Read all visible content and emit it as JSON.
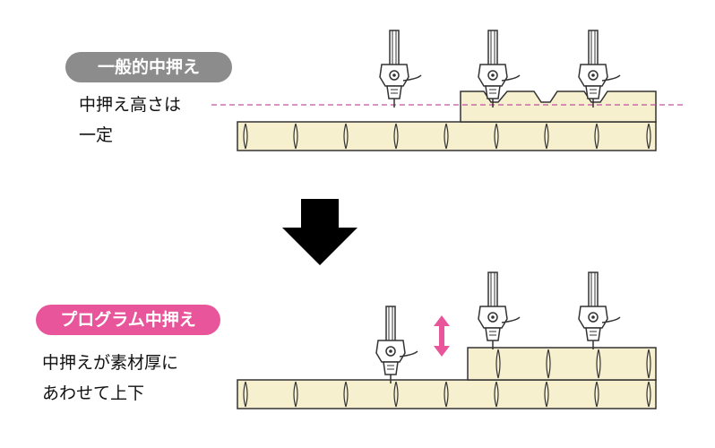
{
  "labels": {
    "general_title": "一般的中押え",
    "general_note_line1": "中押え高さは",
    "general_note_line2": "一定",
    "program_title": "プログラム中押え",
    "program_note_line1": "中押えが素材厚に",
    "program_note_line2": "あわせて上下"
  },
  "colors": {
    "fabric_fill": "#f6f0cf",
    "outline": "#333333",
    "general_pill": "#8c8c8c",
    "program_pill": "#e8559b",
    "guide_line": "#c050a0",
    "arrow_pink": "#e8559b",
    "arrow_black": "#000000"
  },
  "icons": [
    "down-arrow-icon",
    "double-arrow-icon",
    "needle-icon"
  ]
}
